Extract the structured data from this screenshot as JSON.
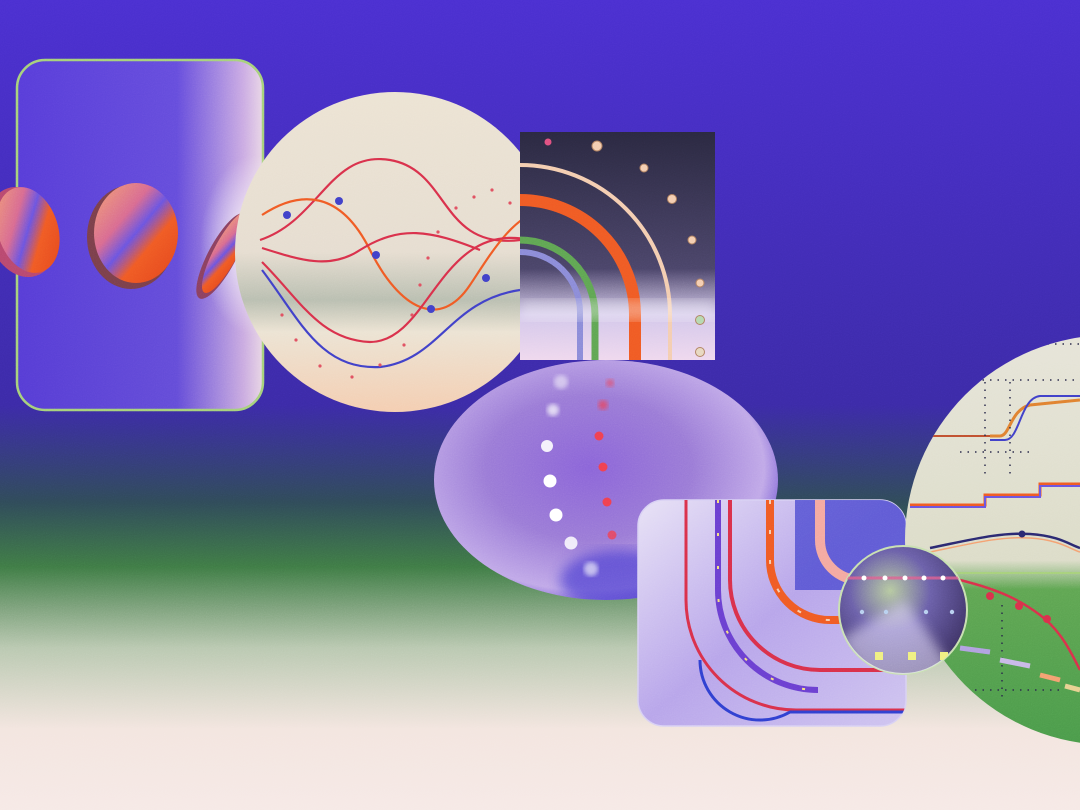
{
  "artwork": {
    "kind": "abstract-illustration",
    "text_present": false,
    "palette": {
      "background_top": "#4a2fd0",
      "background_mid": "#3d2aa8",
      "background_green": "#3f7a45",
      "background_bottom": "#f6e9e6",
      "cream": "#ece3d3",
      "peach": "#f4cdb0",
      "red": "#d9304a",
      "orange": "#f05a24",
      "blue_line": "#4040c8",
      "lavender": "#b9a6e8",
      "green_panel": "#4a9a4a",
      "dark_panel": "#2e2a44"
    },
    "elements": [
      "glass-card-with-coins",
      "wave-graph-circle",
      "dark-arc-panel",
      "purple-dot-oval",
      "curve-panel",
      "magnifier-lens",
      "chart-circle"
    ]
  }
}
